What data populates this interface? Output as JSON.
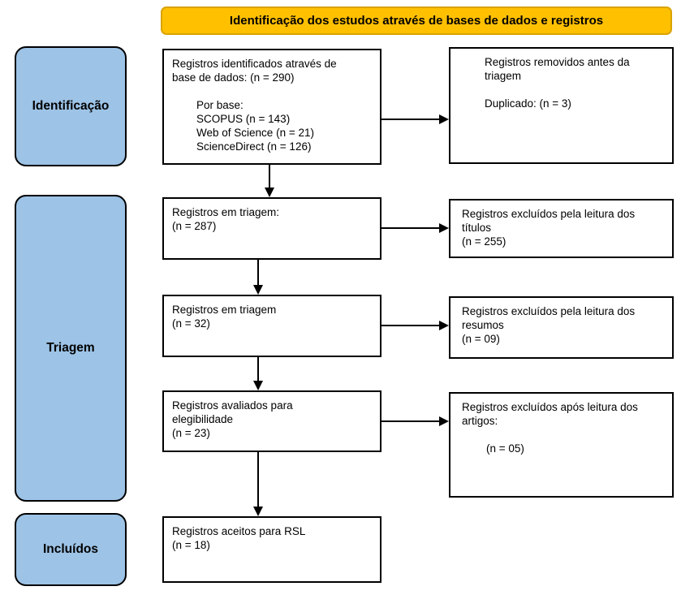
{
  "banner": {
    "label": "Identificação dos estudos através de bases de dados e registros"
  },
  "colors": {
    "banner_bg": "#FFC000",
    "banner_border": "#D9A300",
    "stage_bg": "#9DC3E6",
    "box_bg": "#FFFFFF",
    "box_border": "#000000",
    "arrow": "#000000",
    "page_bg": "#FFFFFF"
  },
  "stages": [
    {
      "label": "Identificação"
    },
    {
      "label": "Triagem"
    },
    {
      "label": "Incluídos"
    }
  ],
  "main_boxes": [
    {
      "text": "Registros identificados através de\nbase de dados: (n = 290)\n\n        Por base:\n        SCOPUS (n = 143)\n        Web of Science (n = 21)\n        ScienceDirect (n = 126)"
    },
    {
      "text": "Registros em triagem:\n(n = 287)"
    },
    {
      "text": "Registros em triagem\n(n = 32)"
    },
    {
      "text": "Registros avaliados para\nelegibilidade\n(n = 23)"
    },
    {
      "text": "Registros aceitos para RSL\n(n = 18)"
    }
  ],
  "side_boxes": [
    {
      "text": "Registros removidos antes da\ntriagem\n\nDuplicado: (n = 3)"
    },
    {
      "text": "Registros excluídos pela leitura dos\ntítulos\n(n = 255)"
    },
    {
      "text": "Registros excluídos pela leitura dos\nresumos\n(n = 09)"
    },
    {
      "text": "Registros excluídos após leitura dos\nartigos:\n\n        (n = 05)"
    }
  ]
}
